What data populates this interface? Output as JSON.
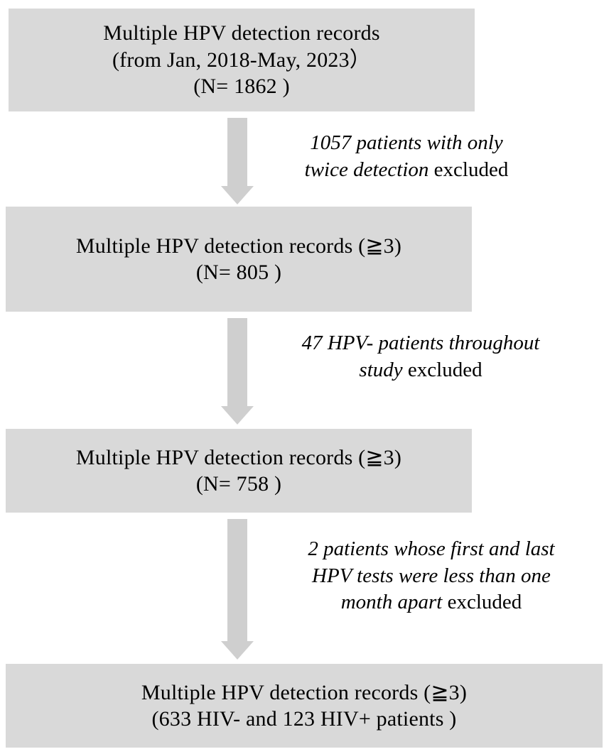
{
  "diagram": {
    "type": "flowchart",
    "title": "HPV detection records study flow",
    "boxes": [
      {
        "id": "box1",
        "lines": [
          "Multiple HPV detection records",
          "(from Jan, 2018-May, 2023）",
          "(N= 1862 )"
        ]
      },
      {
        "id": "box2",
        "lines": [
          "Multiple HPV detection records (≧3)",
          "(N= 805 )"
        ]
      },
      {
        "id": "box3",
        "lines": [
          "Multiple HPV detection records (≧3)",
          "(N= 758 )"
        ]
      },
      {
        "id": "box4",
        "lines": [
          "Multiple HPV detection records (≧3)",
          "(633 HIV- and 123 HIV+ patients )"
        ]
      }
    ],
    "annotations": [
      {
        "id": "annot1",
        "italic_lines": [
          "1057 patients with only",
          "twice detection"
        ],
        "line1": "1057 patients with only",
        "line2_italic": "twice detection",
        "line2_plain": " excluded"
      },
      {
        "id": "annot2",
        "line1": "47 HPV- patients throughout",
        "line2_italic": "study",
        "line2_plain": " excluded"
      },
      {
        "id": "annot3",
        "line1": "2 patients whose first and last",
        "line2": "HPV tests were less than one",
        "line3_italic": "month apart",
        "line3_plain": " excluded"
      }
    ],
    "colors": {
      "box_fill": "#d9d9d9",
      "arrow_fill": "#cfcfcf",
      "text": "#000000",
      "background": "#ffffff"
    }
  }
}
